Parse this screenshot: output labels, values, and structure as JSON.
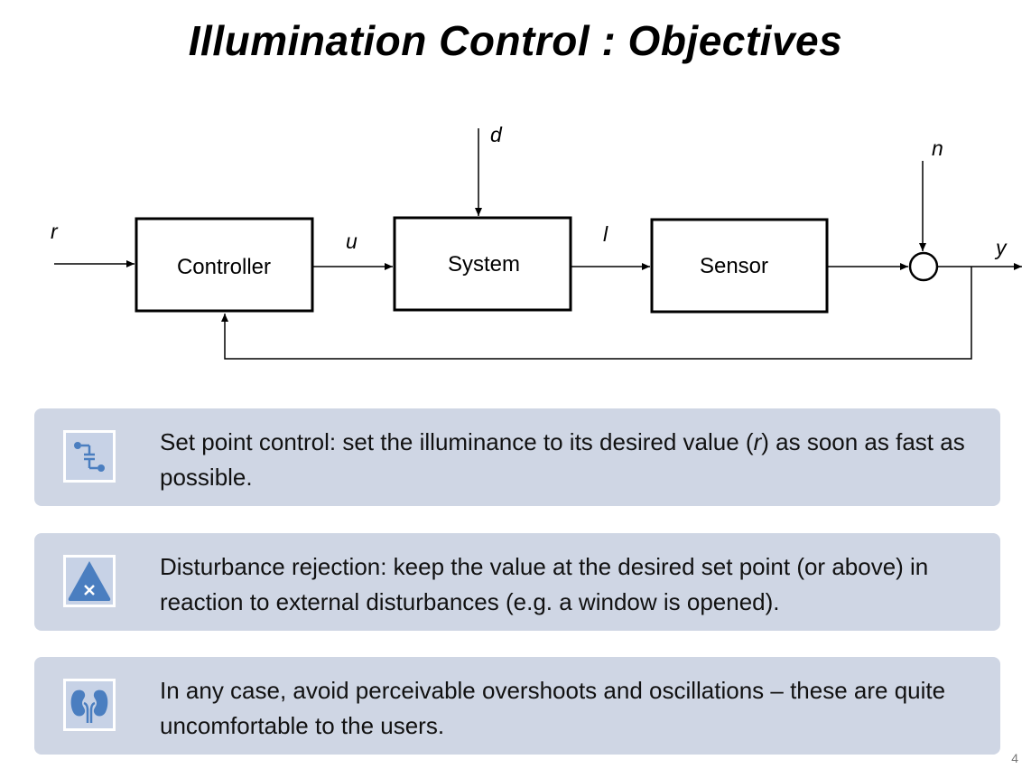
{
  "slide": {
    "title": "Illumination Control : Objectives",
    "page_number": "4"
  },
  "diagram": {
    "blocks": {
      "controller": "Controller",
      "system": "System",
      "sensor": "Sensor"
    },
    "signals": {
      "reference": "r",
      "control": "u",
      "disturbance": "d",
      "illuminance": "l",
      "noise": "n",
      "output": "y"
    }
  },
  "objectives": [
    {
      "icon": "setpoint-icon",
      "text_before": "Set point control: set the illuminance to its desired value (",
      "text_italic": "r",
      "text_after": ") as soon as fast as possible."
    },
    {
      "icon": "warning-triangle-icon",
      "text": "Disturbance rejection: keep the value at the desired set point (or above) in reaction to external disturbances (e.g. a window is opened)."
    },
    {
      "icon": "kidneys-icon",
      "text": "In any case, avoid perceivable overshoots and oscillations – these are quite uncomfortable to the users."
    }
  ],
  "colors": {
    "card_background": "#cfd6e4",
    "icon_accent": "#4a7ec0"
  }
}
